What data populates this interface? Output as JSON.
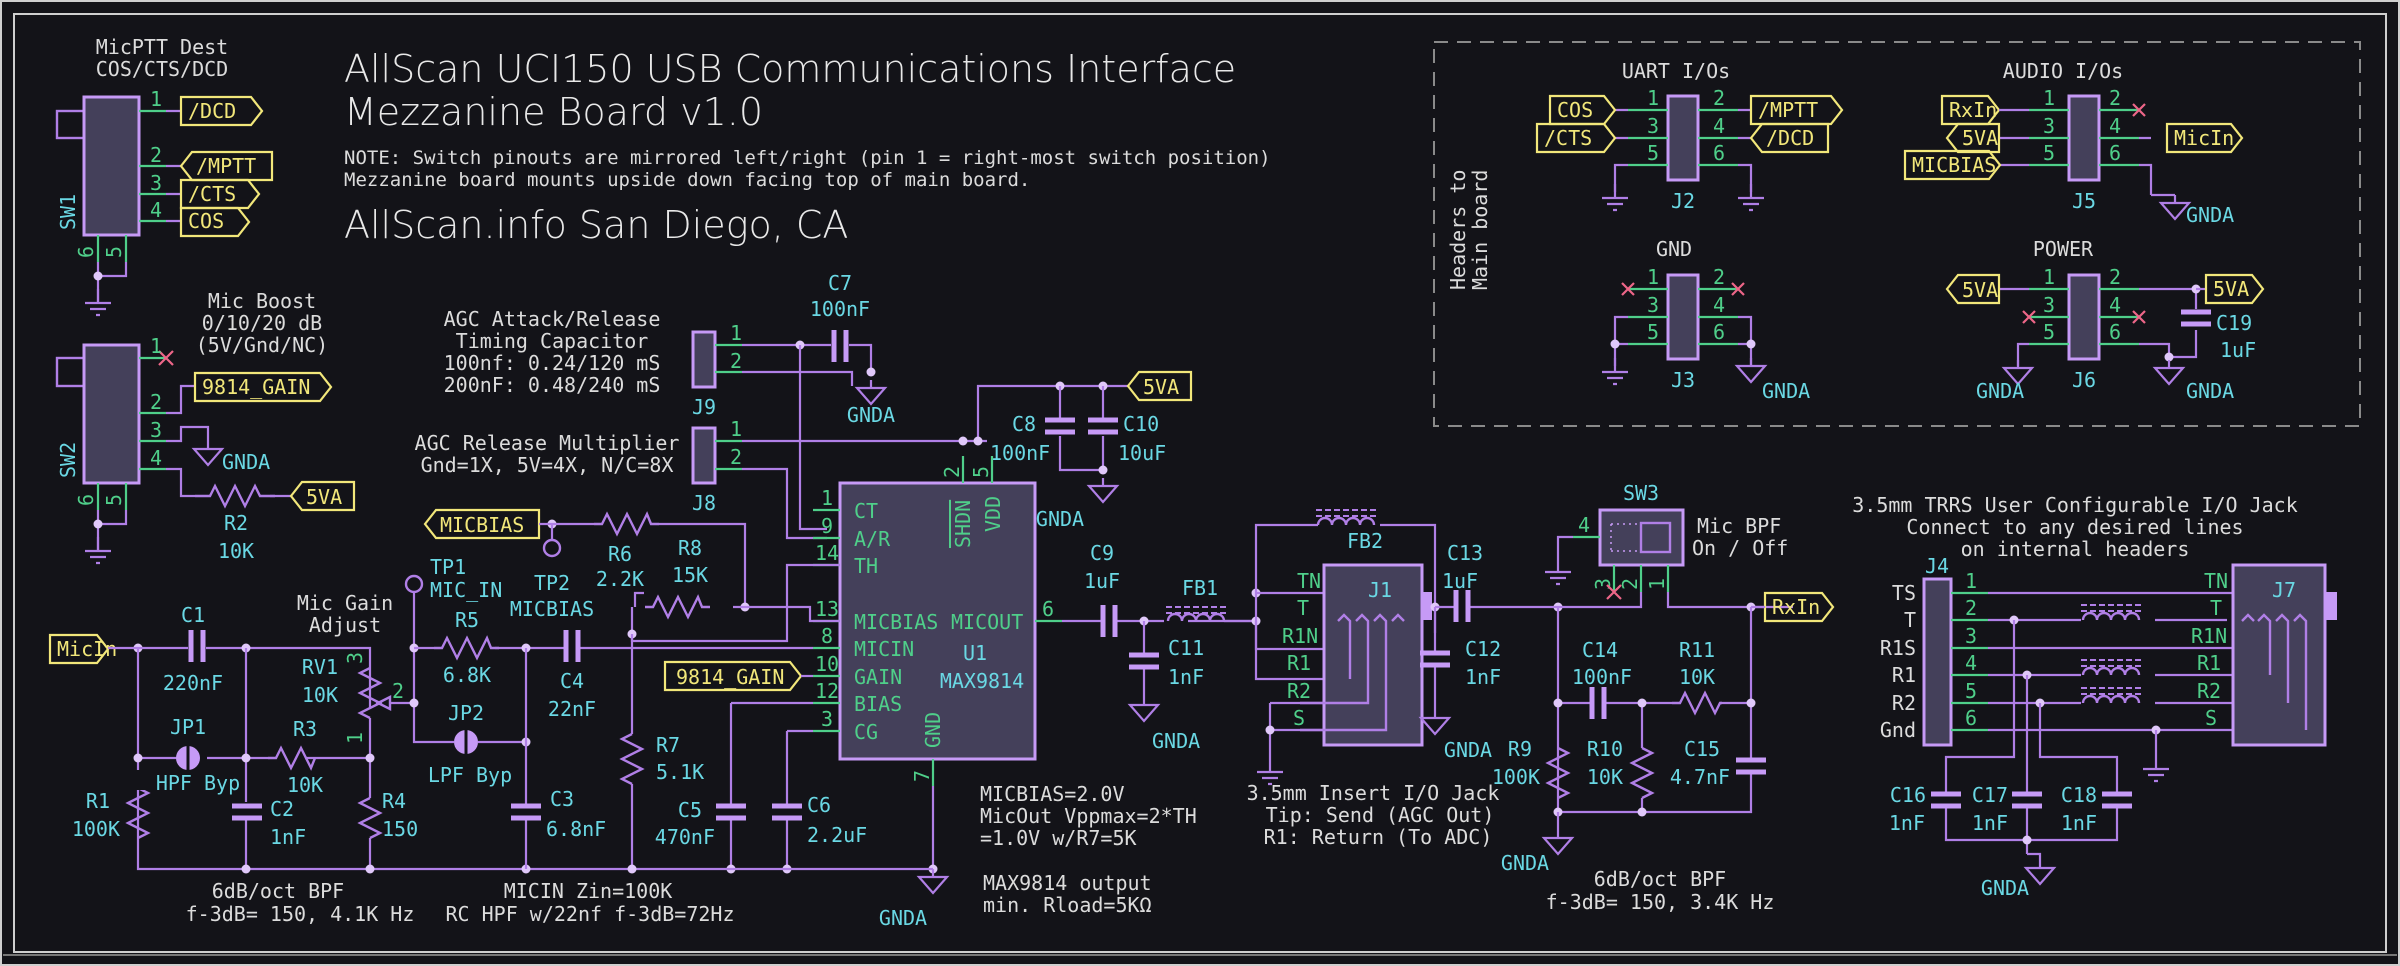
{
  "title": {
    "line1": "AllScan UCI150 USB Communications Interface",
    "line2": "Mezzanine Board v1.0",
    "note1": "NOTE: Switch pinouts are mirrored left/right (pin 1 = right-most switch position)",
    "note2": "Mezzanine board mounts upside down facing top of main board.",
    "org": "AllScan.info San Diego, CA"
  },
  "sw1": {
    "caption1": "MicPTT Dest",
    "caption2": "COS/CTS/DCD",
    "ref": "SW1",
    "pins": [
      "1",
      "2",
      "3",
      "4",
      "5",
      "6"
    ],
    "labels": [
      "/DCD",
      "/MPTT",
      "/CTS",
      "COS"
    ]
  },
  "sw2": {
    "caption1": "Mic Boost",
    "caption2": "0/10/20 dB",
    "caption3": "(5V/Gnd/NC)",
    "ref": "SW2",
    "pins": [
      "1",
      "2",
      "3",
      "4",
      "5",
      "6"
    ],
    "label_gain": "9814_GAIN",
    "gnd": "GNDA",
    "r2_ref": "R2",
    "r2_val": "10K",
    "label_5va": "5VA"
  },
  "agc": {
    "timing1": "AGC Attack/Release",
    "timing2": "Timing Capacitor",
    "timing3": "100nf: 0.24/120 mS",
    "timing4": "200nF: 0.48/240 mS",
    "mult1": "AGC Release Multiplier",
    "mult2": "Gnd=1X, 5V=4X, N/C=8X",
    "j9": "J9",
    "j8": "J8",
    "c7_ref": "C7",
    "c7_val": "100nF",
    "gnda": "GNDA",
    "pin1": "1",
    "pin2": "2"
  },
  "power": {
    "label_5va": "5VA",
    "c8_ref": "C8",
    "c8_val": "100nF",
    "c10_ref": "C10",
    "c10_val": "10uF",
    "gnda": "GNDA"
  },
  "u1": {
    "ref": "U1",
    "part": "MAX9814",
    "left_pins": [
      {
        "num": "1",
        "name": "CT"
      },
      {
        "num": "9",
        "name": "A/R"
      },
      {
        "num": "14",
        "name": "TH"
      },
      {
        "num": "13",
        "name": "MICBIAS"
      },
      {
        "num": "8",
        "name": "MICIN"
      },
      {
        "num": "10",
        "name": "GAIN"
      },
      {
        "num": "12",
        "name": "BIAS"
      },
      {
        "num": "3",
        "name": "CG"
      }
    ],
    "top_pins": [
      {
        "num": "2",
        "name": "SHDN"
      },
      {
        "num": "5",
        "name": "VDD"
      }
    ],
    "right_pin": {
      "num": "6",
      "name": "MICOUT"
    },
    "bottom_pin": {
      "num": "7",
      "name": "GND"
    },
    "gnda": "GNDA",
    "note1": "MICBIAS=2.0V",
    "note2": "MicOut Vppmax=2*TH",
    "note3": "=1.0V w/R7=5K",
    "note4": "MAX9814 output",
    "note5": "min. Rload=5KΩ"
  },
  "micbias_net": {
    "label": "MICBIAS",
    "label_gain": "9814_GAIN",
    "tp2_ref": "TP2",
    "tp2_name": "MICBIAS",
    "r6_ref": "R6",
    "r6_val": "2.2K",
    "r8_ref": "R8",
    "r8_val": "15K",
    "r7_ref": "R7",
    "r7_val": "5.1K",
    "c5_ref": "C5",
    "c5_val": "470nF",
    "c6_ref": "C6",
    "c6_val": "2.2uF"
  },
  "input_filter": {
    "label_micin": "MicIn",
    "c1_ref": "C1",
    "c1_val": "220nF",
    "rv1_caption1": "Mic Gain",
    "rv1_caption2": "Adjust",
    "rv1_ref": "RV1",
    "rv1_val": "10K",
    "rv1_pins": [
      "3",
      "2",
      "1"
    ],
    "jp1_ref": "JP1",
    "jp1_name": "HPF Byp",
    "r3_ref": "R3",
    "r3_val": "10K",
    "r1_ref": "R1",
    "r1_val": "100K",
    "c2_ref": "C2",
    "c2_val": "1nF",
    "r4_ref": "R4",
    "r4_val": "150",
    "tp1_ref": "TP1",
    "tp1_name": "MIC_IN",
    "r5_ref": "R5",
    "r5_val": "6.8K",
    "jp2_ref": "JP2",
    "jp2_name": "LPF Byp",
    "c3_ref": "C3",
    "c3_val": "6.8nF",
    "c4_ref": "C4",
    "c4_val": "22nF",
    "note_bpf1": "6dB/oct BPF",
    "note_bpf2": "f-3dB= 150, 4.1K Hz",
    "note_zin1": "MICIN Zin=100K",
    "note_zin2": "RC HPF w/22nf f-3dB=72Hz"
  },
  "output": {
    "c9_ref": "C9",
    "c9_val": "1uF",
    "fb1_ref": "FB1",
    "c11_ref": "C11",
    "c11_val": "1nF",
    "fb2_ref": "FB2",
    "j1_ref": "J1",
    "j1_pins": [
      "TN",
      "T",
      "R1N",
      "R1",
      "R2",
      "S"
    ],
    "j1_note1": "3.5mm Insert I/O Jack",
    "j1_note2": "Tip: Send (AGC Out)",
    "j1_note3": "R1: Return (To ADC)",
    "c12_ref": "C12",
    "c12_val": "1nF",
    "c13_ref": "C13",
    "c13_val": "1uF",
    "gnda": "GNDA"
  },
  "rx_filter": {
    "sw3_ref": "SW3",
    "sw3_caption1": "Mic BPF",
    "sw3_caption2": "On / Off",
    "sw3_pins": [
      "4",
      "3",
      "2",
      "1"
    ],
    "label_rxin": "RxIn",
    "c14_ref": "C14",
    "c14_val": "100nF",
    "r11_ref": "R11",
    "r11_val": "10K",
    "r9_ref": "R9",
    "r9_val": "100K",
    "r10_ref": "R10",
    "r10_val": "10K",
    "c15_ref": "C15",
    "c15_val": "4.7nF",
    "gnda": "GNDA",
    "note1": "6dB/oct BPF",
    "note2": "f-3dB= 150, 3.4K Hz"
  },
  "trrs": {
    "caption1": "3.5mm TRRS User Configurable I/O Jack",
    "caption2": "Connect to any desired lines",
    "caption3": "on internal headers",
    "j4_ref": "J4",
    "j4_names": [
      "TS",
      "T",
      "R1S",
      "R1",
      "R2",
      "Gnd"
    ],
    "j4_pins": [
      "1",
      "2",
      "3",
      "4",
      "5",
      "6"
    ],
    "j7_ref": "J7",
    "j7_pins": [
      "TN",
      "T",
      "R1N",
      "R1",
      "R2",
      "S"
    ],
    "c16_ref": "C16",
    "c16_val": "1nF",
    "c17_ref": "C17",
    "c17_val": "1nF",
    "c18_ref": "C18",
    "c18_val": "1nF",
    "gnda": "GNDA"
  },
  "headers": {
    "box_caption": "Headers to Main board",
    "box_caption_l1": "Headers to",
    "box_caption_l2": "Main board",
    "uart": {
      "title": "UART I/Os",
      "ref": "J2",
      "pins": [
        "1",
        "2",
        "3",
        "4",
        "5",
        "6"
      ],
      "labels": [
        "COS",
        "/MPTT",
        "/CTS",
        "/DCD"
      ]
    },
    "audio": {
      "title": "AUDIO I/Os",
      "ref": "J5",
      "pins": [
        "1",
        "2",
        "3",
        "4",
        "5",
        "6"
      ],
      "labels": [
        "RxIn",
        "5VA",
        "MICBIAS",
        "MicIn"
      ],
      "gnda": "GNDA"
    },
    "gnd": {
      "title": "GND",
      "ref": "J3",
      "pins": [
        "1",
        "2",
        "3",
        "4",
        "5",
        "6"
      ],
      "gnda": "GNDA"
    },
    "power": {
      "title": "POWER",
      "ref": "J6",
      "pins": [
        "1",
        "2",
        "3",
        "4",
        "5",
        "6"
      ],
      "labels": [
        "5VA",
        "5VA"
      ],
      "c19_ref": "C19",
      "c19_val": "1uF",
      "gnda": "GNDA"
    }
  },
  "colors": {
    "background": "#131318",
    "wire": "#b07fe6",
    "pin": "#4fcf8a",
    "reference": "#6ad8e4",
    "net_label": "#f2e77a",
    "no_connect": "#ee6688",
    "text": "#dcdcdc"
  }
}
